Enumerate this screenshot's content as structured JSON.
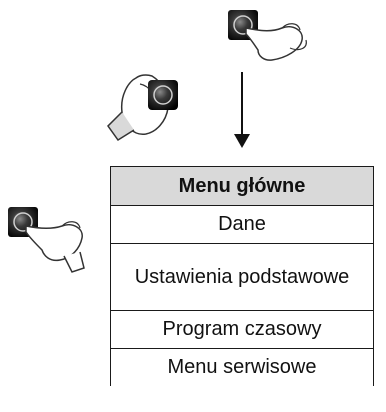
{
  "menu": {
    "title": "Menu główne",
    "items": [
      {
        "label": "Dane"
      },
      {
        "label": "Ustawienia podstawowe"
      },
      {
        "label": "Program czasowy"
      },
      {
        "label": "Menu serwisowe"
      }
    ]
  },
  "icons": {
    "top": "hand-pressing-knob-icon",
    "middle": "hand-rotating-knob-icon",
    "left": "hand-pressing-knob-icon",
    "arrow": "arrow-down-icon"
  },
  "colors": {
    "header_fill": "#d9d9d9",
    "knob": "#2b2b2b",
    "outline": "#333333"
  }
}
